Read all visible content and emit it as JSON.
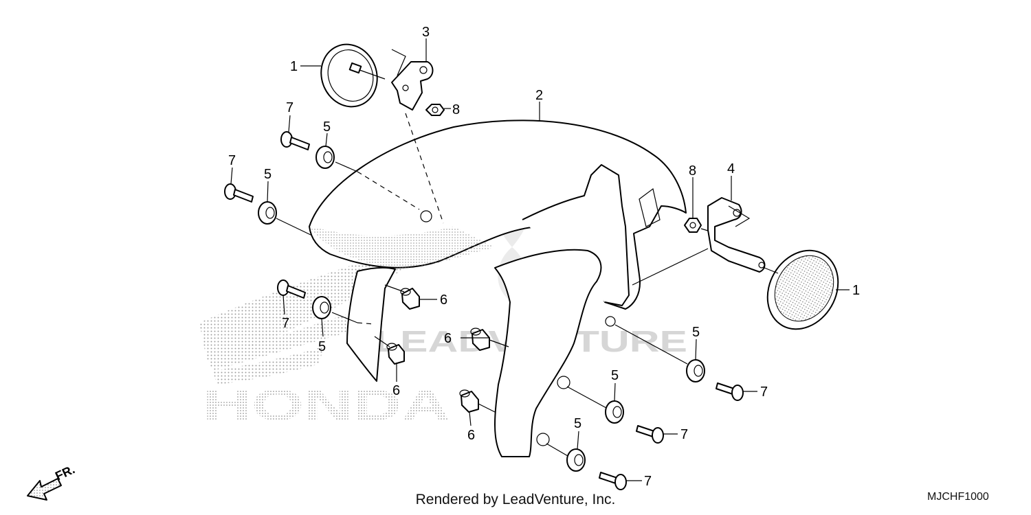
{
  "watermark": {
    "brand": "HONDA",
    "site": "LEADVENTURE"
  },
  "direction_label": "FR.",
  "callouts": {
    "c1a": "1",
    "c1b": "1",
    "c2": "2",
    "c3": "3",
    "c4": "4",
    "c5a": "5",
    "c5b": "5",
    "c5c": "5",
    "c5d": "5",
    "c5e": "5",
    "c5f": "5",
    "c6a": "6",
    "c6b": "6",
    "c6c": "6",
    "c6d": "6",
    "c7a": "7",
    "c7b": "7",
    "c7c": "7",
    "c7d": "7",
    "c7e": "7",
    "c7f": "7",
    "c8a": "8",
    "c8b": "8"
  },
  "footer": {
    "credit": "Rendered by LeadVenture, Inc.",
    "code": "MJCHF1000"
  }
}
